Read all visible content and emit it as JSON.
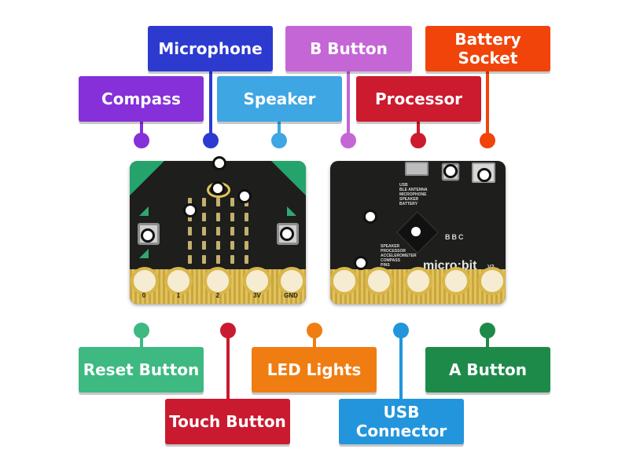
{
  "labels": [
    {
      "key": "microphone",
      "text": "Microphone",
      "color": "#2d3ad0"
    },
    {
      "key": "b_button",
      "text": "B Button",
      "color": "#c466d6"
    },
    {
      "key": "battery_socket",
      "text": "Battery\nSocket",
      "color": "#f0440a"
    },
    {
      "key": "compass",
      "text": "Compass",
      "color": "#8530d8"
    },
    {
      "key": "speaker",
      "text": "Speaker",
      "color": "#3ea6e3"
    },
    {
      "key": "processor",
      "text": "Processor",
      "color": "#cc1a2e"
    },
    {
      "key": "reset_button",
      "text": "Reset Button",
      "color": "#3db981"
    },
    {
      "key": "touch_button",
      "text": "Touch Button",
      "color": "#c91a30"
    },
    {
      "key": "led_lights",
      "text": "LED Lights",
      "color": "#f07d12"
    },
    {
      "key": "a_button",
      "text": "A Button",
      "color": "#1e8a4a"
    },
    {
      "key": "usb_connector",
      "text": "USB\nConnector",
      "color": "#2295dc"
    }
  ],
  "board_front": {
    "edge_labels": [
      "0",
      "1",
      "2",
      "3V",
      "GND"
    ]
  },
  "board_back": {
    "logo": "micro:bit",
    "version": "V2",
    "bbc": "BBC",
    "silk_top": "USB\nBLE ANTENNA\nMICROPHONE\nSPEAKER\nBATTERY",
    "silk_bottom": "SPEAKER\nPROCESSOR\nACCELEROMETER\nCOMPASS\nPINS"
  }
}
